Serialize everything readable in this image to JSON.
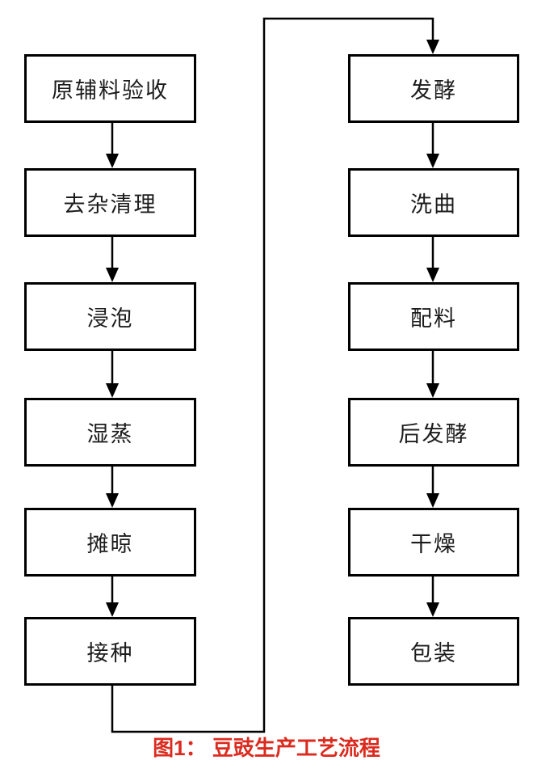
{
  "figure": {
    "caption": "图1： 豆豉生产工艺流程",
    "caption_color": "#db2b1f"
  },
  "flowchart": {
    "left_column": [
      "原辅料验收",
      "去杂清理",
      "浸泡",
      "湿蒸",
      "摊晾",
      "接种"
    ],
    "right_column": [
      "发酵",
      "洗曲",
      "配料",
      "后发酵",
      "干燥",
      "包装"
    ],
    "flow_order_note": "left column top to bottom, then connector to right column top to bottom",
    "box_border_color": "#000000",
    "box_fill_color": "#ffffff",
    "text_color": "#1c1c1c",
    "connector_color": "#000000"
  }
}
